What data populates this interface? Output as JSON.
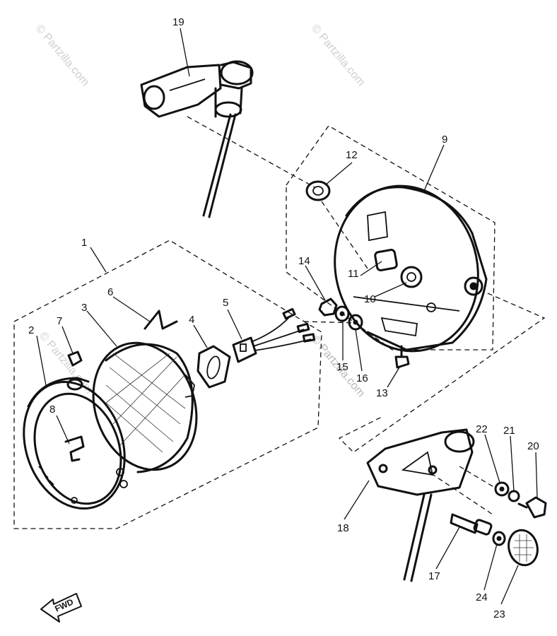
{
  "watermark": {
    "text": "© Partzilla.com"
  },
  "fwd_label": "FWD",
  "callouts": [
    {
      "id": "1",
      "text": "1"
    },
    {
      "id": "2",
      "text": "2"
    },
    {
      "id": "3",
      "text": "3"
    },
    {
      "id": "4",
      "text": "4"
    },
    {
      "id": "5",
      "text": "5"
    },
    {
      "id": "6",
      "text": "6"
    },
    {
      "id": "7",
      "text": "7"
    },
    {
      "id": "8",
      "text": "8"
    },
    {
      "id": "9",
      "text": "9"
    },
    {
      "id": "10",
      "text": "10"
    },
    {
      "id": "11",
      "text": "11"
    },
    {
      "id": "12",
      "text": "12"
    },
    {
      "id": "13",
      "text": "13"
    },
    {
      "id": "14",
      "text": "14"
    },
    {
      "id": "15",
      "text": "15"
    },
    {
      "id": "16",
      "text": "16"
    },
    {
      "id": "17",
      "text": "17"
    },
    {
      "id": "18",
      "text": "18"
    },
    {
      "id": "19",
      "text": "19"
    },
    {
      "id": "20",
      "text": "20"
    },
    {
      "id": "21",
      "text": "21"
    },
    {
      "id": "22",
      "text": "22"
    },
    {
      "id": "23",
      "text": "23"
    },
    {
      "id": "24",
      "text": "24"
    }
  ]
}
